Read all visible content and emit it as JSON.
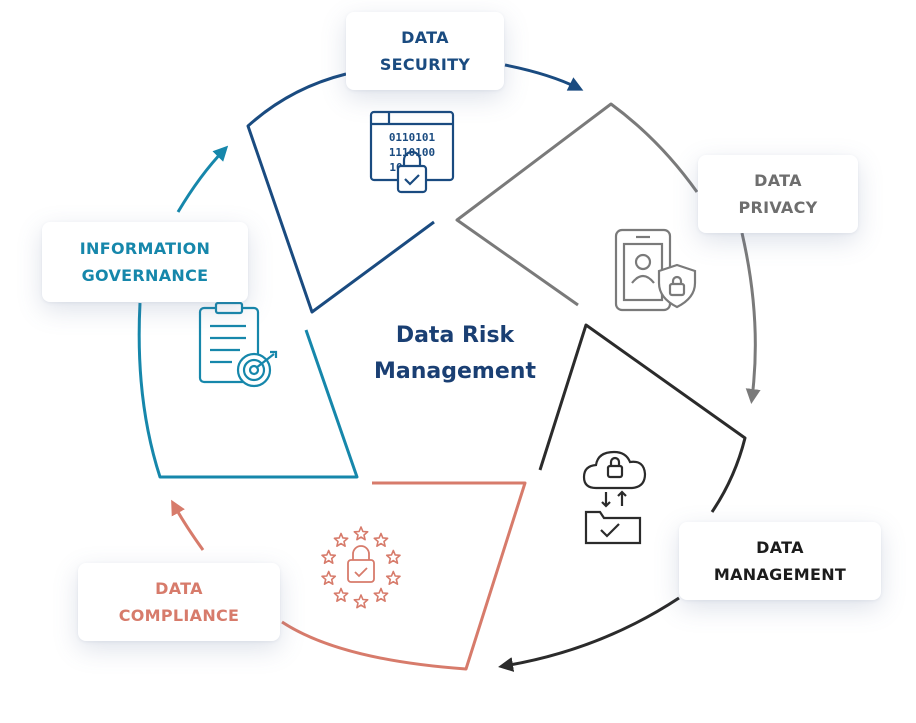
{
  "title": "Data Risk\nManagement",
  "segments": [
    {
      "id": "security",
      "label": "DATA\nSECURITY",
      "color": "#1a4b80",
      "icon": "binary-lock-icon"
    },
    {
      "id": "privacy",
      "label": "DATA\nPRIVACY",
      "color": "#6e6e6e",
      "icon": "phone-id-shield-icon"
    },
    {
      "id": "management",
      "label": "DATA\nMANAGEMENT",
      "color": "#2b2b2b",
      "icon": "cloud-lock-folder-icon"
    },
    {
      "id": "compliance",
      "label": "DATA\nCOMPLIANCE",
      "color": "#d77b6b",
      "icon": "stars-lock-icon"
    },
    {
      "id": "governance",
      "label": "INFORMATION\nGOVERNANCE",
      "color": "#1687ab",
      "icon": "clipboard-target-icon"
    }
  ],
  "colors": {
    "security": "#1a4b80",
    "privacy": "#7a7a7a",
    "management": "#2b2b2b",
    "compliance": "#d77b6b",
    "governance": "#1687ab"
  }
}
